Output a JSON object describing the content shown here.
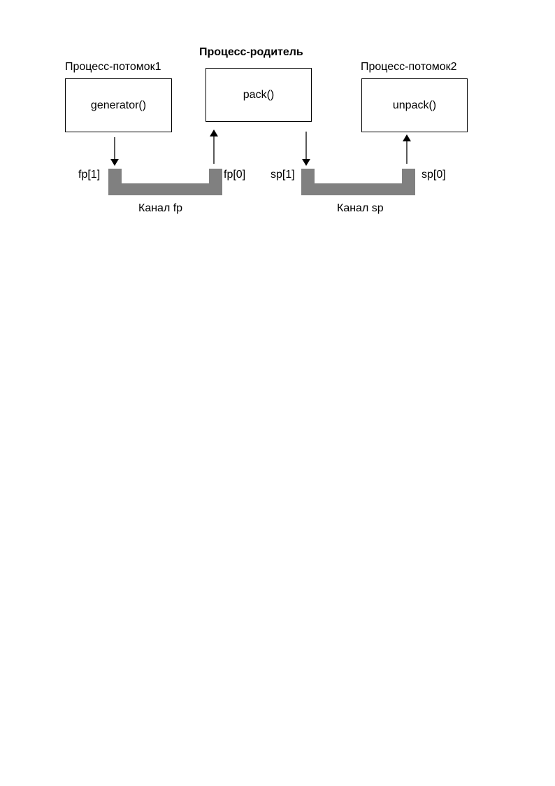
{
  "processes": {
    "child1": {
      "title": "Процесс-потомок1",
      "function": "generator()"
    },
    "parent": {
      "title": "Процесс-родитель",
      "function": "pack()"
    },
    "child2": {
      "title": "Процесс-потомок2",
      "function": "unpack()"
    }
  },
  "pipes": {
    "fp": {
      "caption": "Канал fp",
      "write_end": "fp[1]",
      "read_end": "fp[0]"
    },
    "sp": {
      "caption": "Канал sp",
      "write_end": "sp[1]",
      "read_end": "sp[0]"
    }
  },
  "colors": {
    "pipe": "#808080",
    "stroke": "#000000"
  }
}
